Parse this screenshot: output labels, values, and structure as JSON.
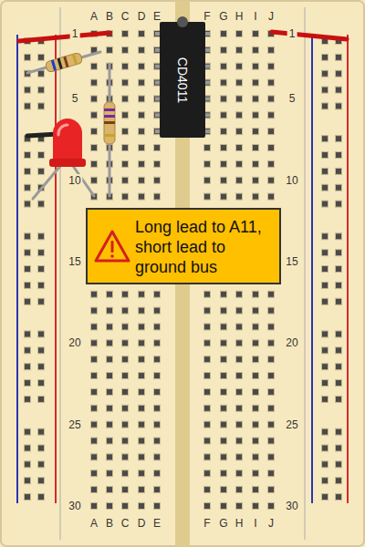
{
  "diagram": {
    "nodes": [
      {
        "text": [
          "CD4011"
        ]
      },
      {
        "text": [
          "Long lead to A11, short lead to ground bus"
        ]
      }
    ],
    "labels": [
      "A",
      "B",
      "C",
      "D",
      "E",
      "F",
      "G",
      "H",
      "I",
      "J",
      "1",
      "1",
      "5",
      "5",
      "10",
      "10",
      "15",
      "15",
      "20",
      "20",
      "25",
      "25",
      "30",
      "30",
      "A",
      "B",
      "C",
      "D",
      "E",
      "F",
      "G",
      "H",
      "I",
      "J"
    ]
  }
}
